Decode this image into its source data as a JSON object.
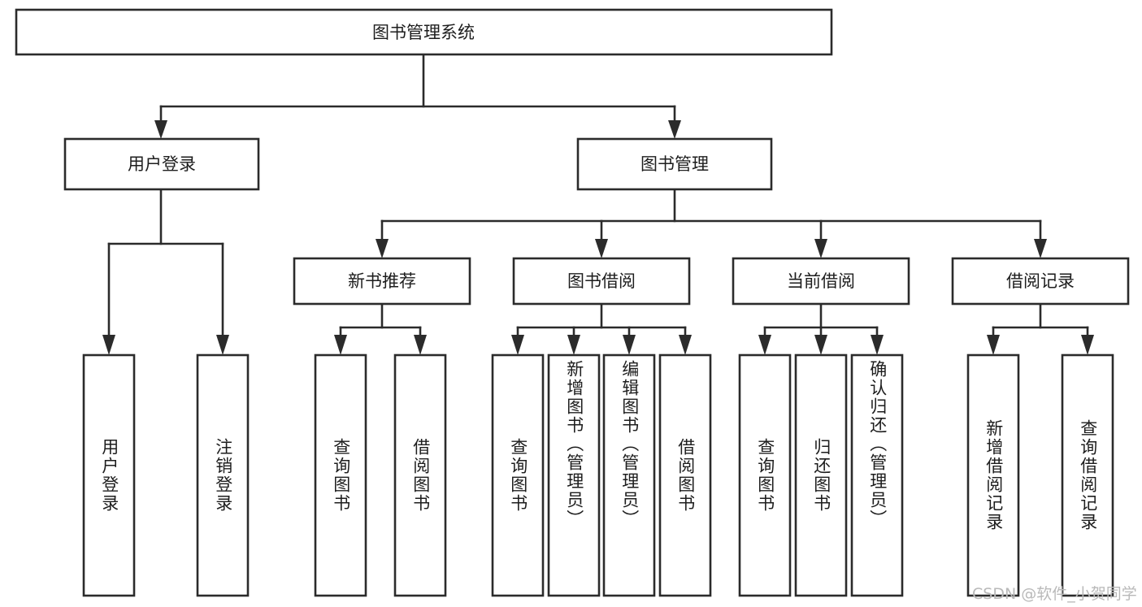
{
  "diagram": {
    "title": "图书管理系统",
    "type": "tree-hierarchy",
    "root": {
      "id": "root",
      "label": "图书管理系统"
    },
    "level2": [
      {
        "id": "user-login",
        "label": "用户登录"
      },
      {
        "id": "book-management",
        "label": "图书管理"
      }
    ],
    "level3": [
      {
        "id": "new-book-recommend",
        "label": "新书推荐",
        "parent": "book-management"
      },
      {
        "id": "book-borrow",
        "label": "图书借阅",
        "parent": "book-management"
      },
      {
        "id": "current-borrow",
        "label": "当前借阅",
        "parent": "book-management"
      },
      {
        "id": "borrow-record",
        "label": "借阅记录",
        "parent": "book-management"
      }
    ],
    "leaves": {
      "user_login": [
        {
          "id": "leaf-user-login",
          "label": "用户登录"
        },
        {
          "id": "leaf-logout-login",
          "label": "注销登录"
        }
      ],
      "new_book_recommend": [
        {
          "id": "leaf-query-book-1",
          "label": "查询图书"
        },
        {
          "id": "leaf-borrow-book-1",
          "label": "借阅图书"
        }
      ],
      "book_borrow": [
        {
          "id": "leaf-query-book-2",
          "label": "查询图书"
        },
        {
          "id": "leaf-add-book",
          "label": "新增图书（管理员）"
        },
        {
          "id": "leaf-edit-book",
          "label": "编辑图书（管理员）"
        },
        {
          "id": "leaf-borrow-book-2",
          "label": "借阅图书"
        }
      ],
      "current_borrow": [
        {
          "id": "leaf-query-book-3",
          "label": "查询图书"
        },
        {
          "id": "leaf-return-book",
          "label": "归还图书"
        },
        {
          "id": "leaf-confirm-return",
          "label": "确认归还（管理员）"
        }
      ],
      "borrow_record": [
        {
          "id": "leaf-add-record",
          "label": "新增借阅记录"
        },
        {
          "id": "leaf-query-record",
          "label": "查询借阅记录"
        }
      ]
    }
  },
  "watermark": {
    "text": "CSDN @软件_小贺同学"
  },
  "colors": {
    "stroke": "#2b2b2b",
    "fill": "#ffffff",
    "text": "#1d1d1d",
    "watermark": "#b9b9b9"
  }
}
